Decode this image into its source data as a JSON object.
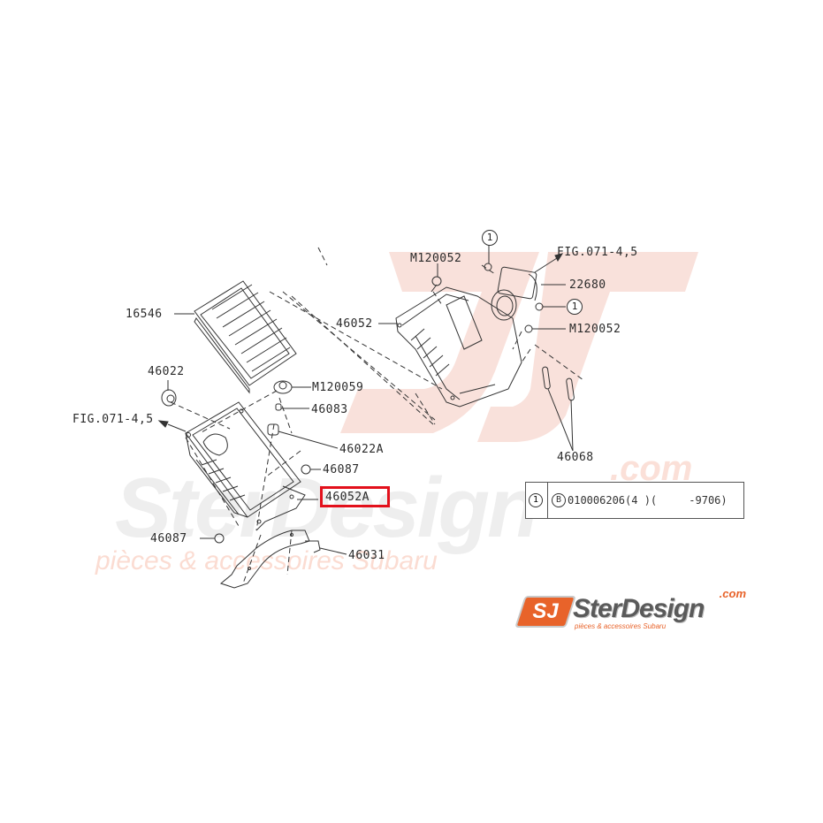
{
  "diagram": {
    "title": "Air cleaner assembly exploded parts diagram",
    "accent_color": "#e3101b",
    "highlighted_part": "46052A"
  },
  "watermark": {
    "brand": "SterDesign",
    "domain": ".com",
    "tagline": "pièces & accessoires Subaru",
    "color": "#f6d7d0",
    "gray": "#ececec"
  },
  "labels": {
    "p16546": "16546",
    "p46022": "46022",
    "fig_left": "FIG.071-4,5",
    "m120059": "M120059",
    "p46083": "46083",
    "p46022a": "46022A",
    "p46087_right": "46087",
    "p46052a": "46052A",
    "p46087_left": "46087",
    "p46031": "46031",
    "m120052_top": "M120052",
    "p46052": "46052",
    "fig_right": "FIG.071-4,5",
    "p22680": "22680",
    "m120052_right": "M120052",
    "p46068": "46068",
    "callout_1": "1"
  },
  "note_table": {
    "ref": "1",
    "bolt_symbol": "B",
    "text": "010006206(4 )(     -9706)"
  },
  "logo": {
    "badge": "SJ",
    "name": "SterDesign",
    "domain": ".com",
    "tagline": "pièces & accessoires Subaru",
    "orange": "#e8632a"
  }
}
